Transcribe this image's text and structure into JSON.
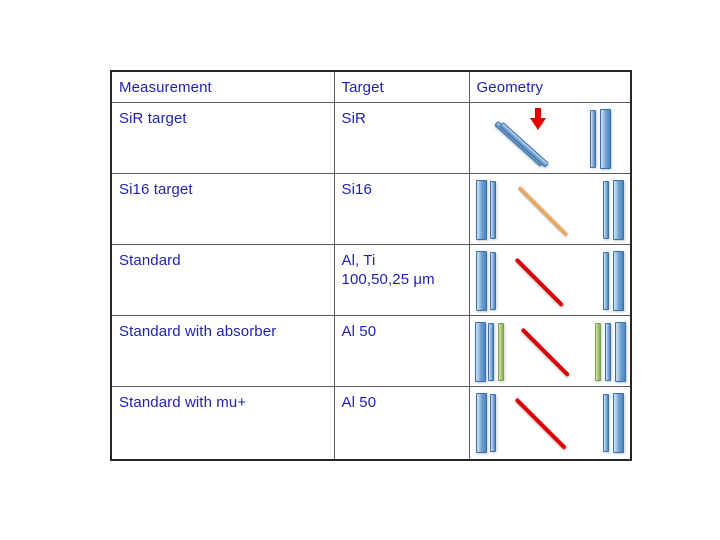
{
  "slide": {
    "background_color": "#ffffff",
    "text_color": "#1f1fb4",
    "border_color": "#262626",
    "grid_color": "#5c5c5c"
  },
  "table": {
    "headers": [
      {
        "label": "Measurement"
      },
      {
        "label": "Target"
      },
      {
        "label": "Geometry"
      }
    ],
    "rows": [
      {
        "measurement": "SiR target",
        "target": "SiR",
        "target_line2": "",
        "geometry": {
          "description": "tilted-double-blue-target-with-red-beam-arrow-and-right-detector-pair",
          "elements": [
            "blue-diagonal-bar",
            "blue-diagonal-bar",
            "red-down-arrow",
            "blue-thin-bar",
            "blue-wide-bar"
          ]
        }
      },
      {
        "measurement": "Si16 target",
        "target": "Si16",
        "target_line2": "",
        "geometry": {
          "description": "left-detector-pair-orange-diagonal-target-right-detector-pair",
          "elements": [
            "blue-wide-bar",
            "blue-thin-bar",
            "orange-diagonal-target",
            "blue-thin-bar",
            "blue-wide-bar"
          ]
        }
      },
      {
        "measurement": "Standard",
        "target": "Al, Ti",
        "target_line2": "100,50,25 μm",
        "geometry": {
          "description": "left-detector-pair-red-diagonal-target-right-detector-pair",
          "elements": [
            "blue-wide-bar",
            "blue-thin-bar",
            "red-diagonal-target",
            "blue-thin-bar",
            "blue-wide-bar"
          ]
        }
      },
      {
        "measurement": "Standard with absorber",
        "target": "Al 50",
        "target_line2": "",
        "geometry": {
          "description": "left-detector-trio-with-green-absorber-red-diagonal-target-right-detector-trio",
          "elements": [
            "blue-wide-bar",
            "blue-thin-bar",
            "green-absorber-bar",
            "red-diagonal-target",
            "green-absorber-bar",
            "blue-thin-bar",
            "blue-wide-bar"
          ]
        }
      },
      {
        "measurement": "Standard with mu+",
        "target": "Al 50",
        "target_line2": "",
        "geometry": {
          "description": "left-detector-pair-red-diagonal-target-right-detector-pair",
          "elements": [
            "blue-wide-bar",
            "blue-thin-bar",
            "red-diagonal-target",
            "blue-thin-bar",
            "blue-wide-bar"
          ]
        }
      }
    ]
  },
  "colors": {
    "text_blue": "#1f1fb4",
    "detector_blue": "#4d86c0",
    "absorber_green": "#8aac52",
    "beam_red": "#e00000",
    "target_orange": "#e8a765"
  }
}
